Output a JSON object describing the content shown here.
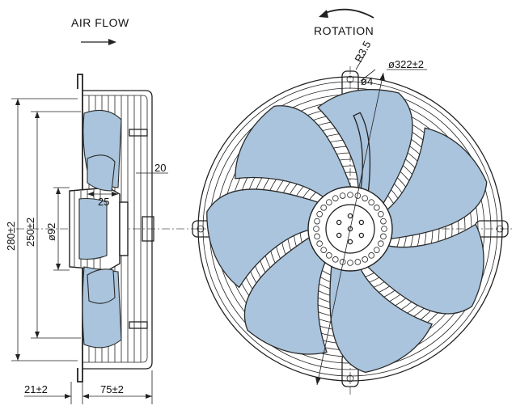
{
  "labels": {
    "airflow": "AIR FLOW",
    "rotation": "ROTATION"
  },
  "dimensions": {
    "overall_height": "280±2",
    "mount_height": "250±2",
    "motor_diameter": "ø92",
    "hub_depth": "25",
    "guard_offset": "20",
    "flange_width": "21±2",
    "body_depth": "75±2",
    "corner_radius": "R3.5",
    "hole_diameter": "ø4",
    "guard_diameter": "ø322±2"
  },
  "colors": {
    "blade": "#a9c4dc",
    "line": "#222222"
  },
  "icons": {
    "airflow_arrow": "arrow-right-icon",
    "rotation_arrow": "curved-arrow-left-icon"
  },
  "blade_count": 7
}
